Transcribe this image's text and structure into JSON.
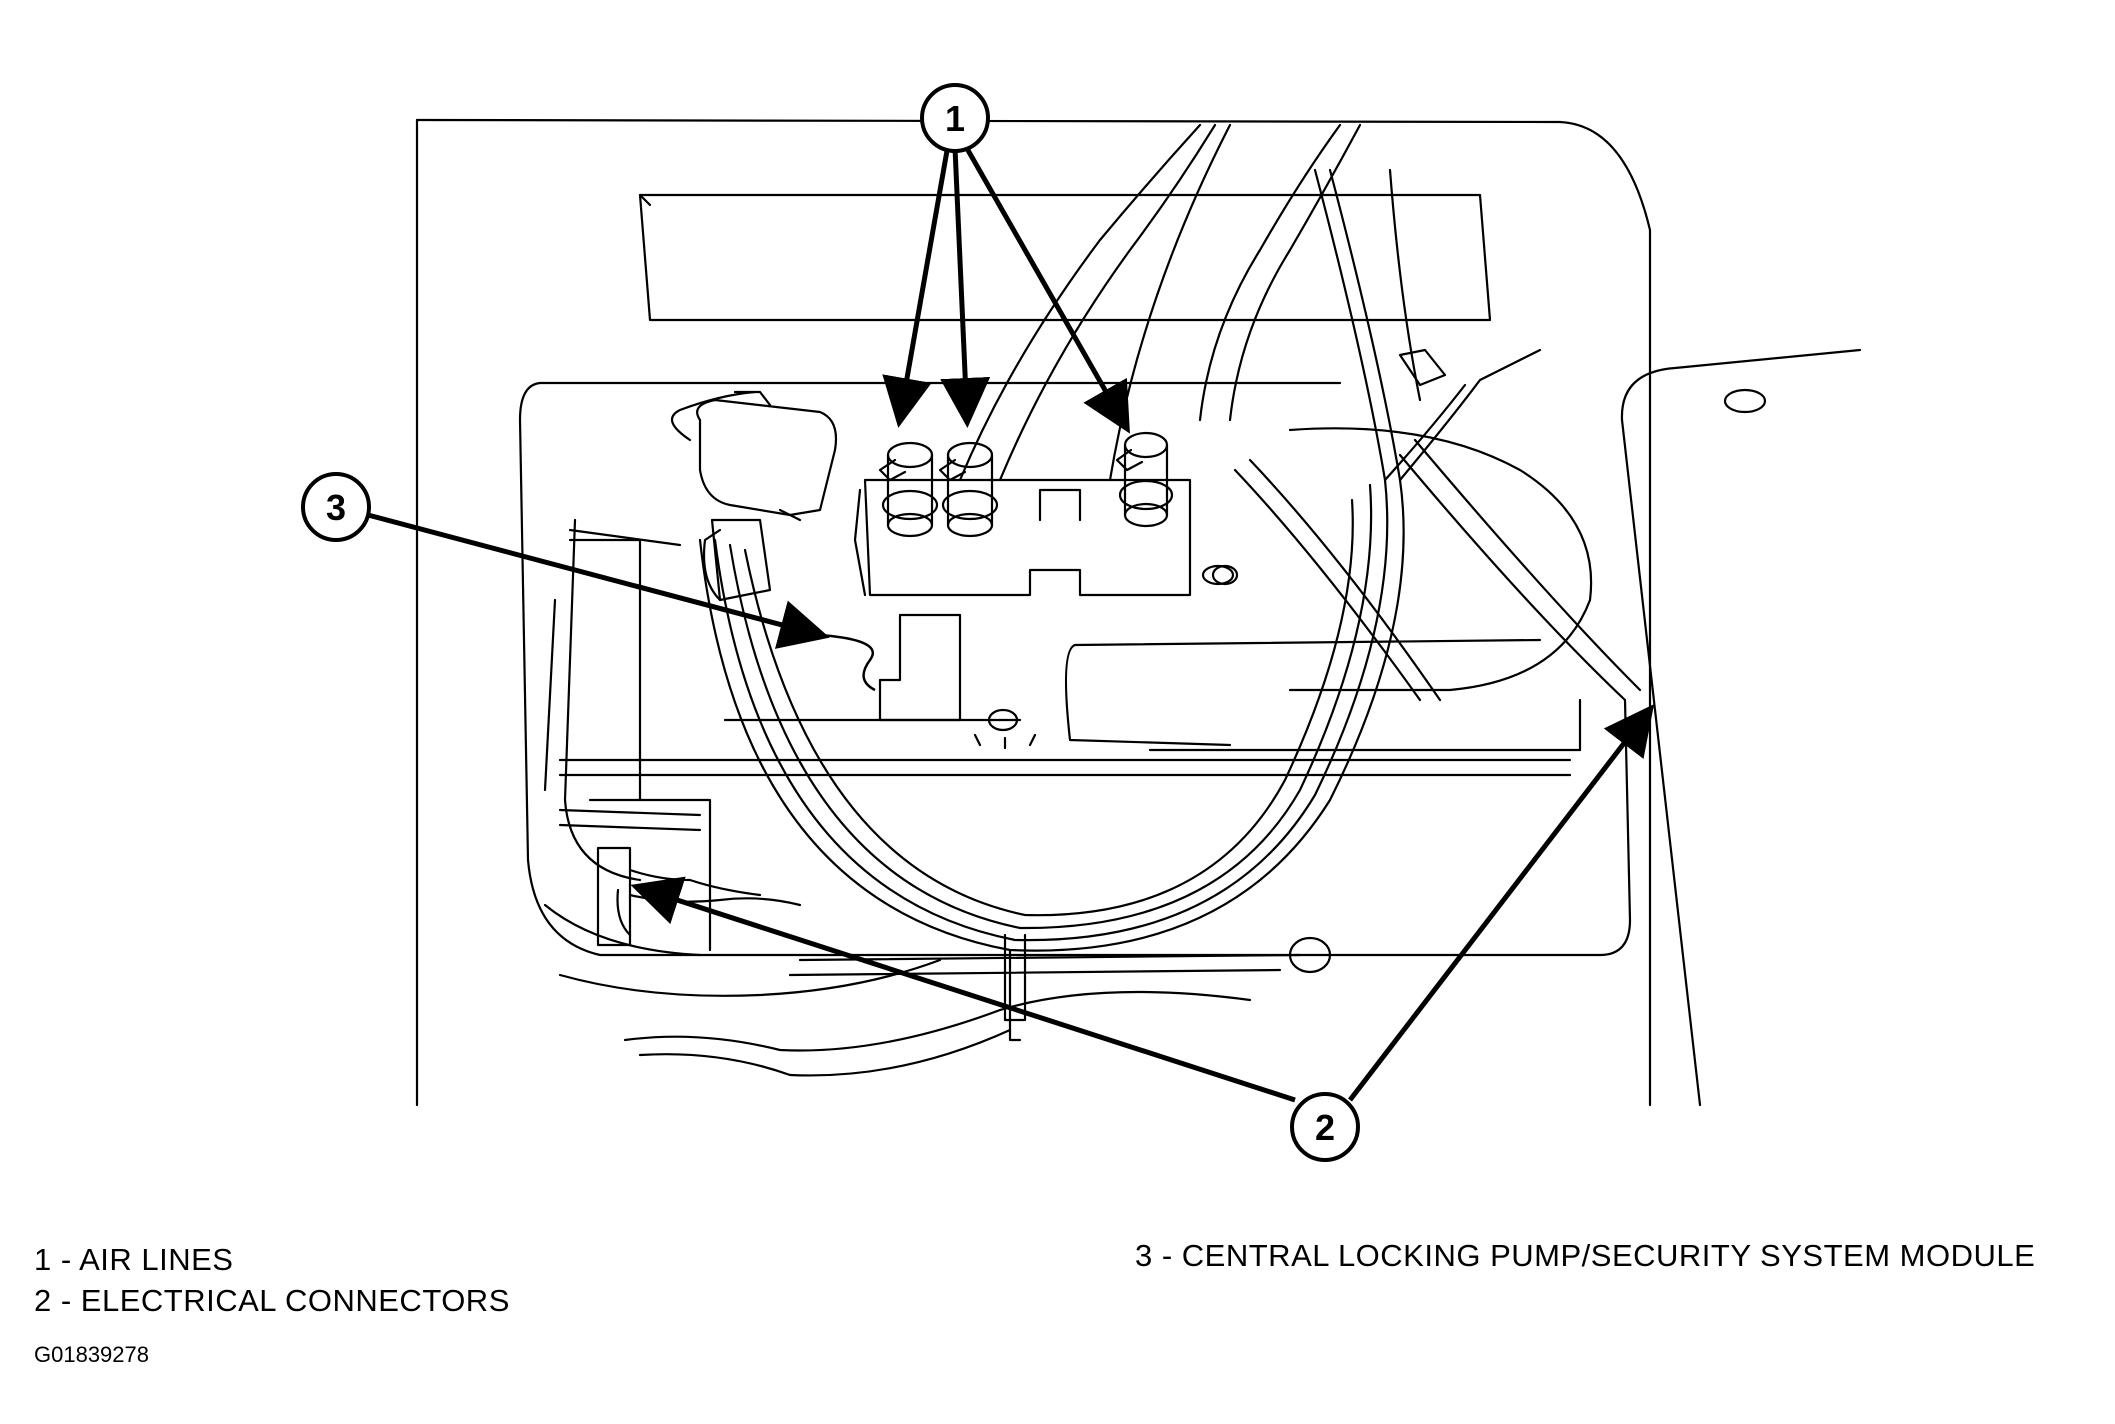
{
  "callouts": {
    "one": "1",
    "two": "2",
    "three": "3"
  },
  "legend": {
    "item1": "1 - AIR LINES",
    "item2": "2 - ELECTRICAL CONNECTORS",
    "item3": "3 - CENTRAL LOCKING PUMP/SECURITY SYSTEM MODULE"
  },
  "figure_id": "G01839278"
}
